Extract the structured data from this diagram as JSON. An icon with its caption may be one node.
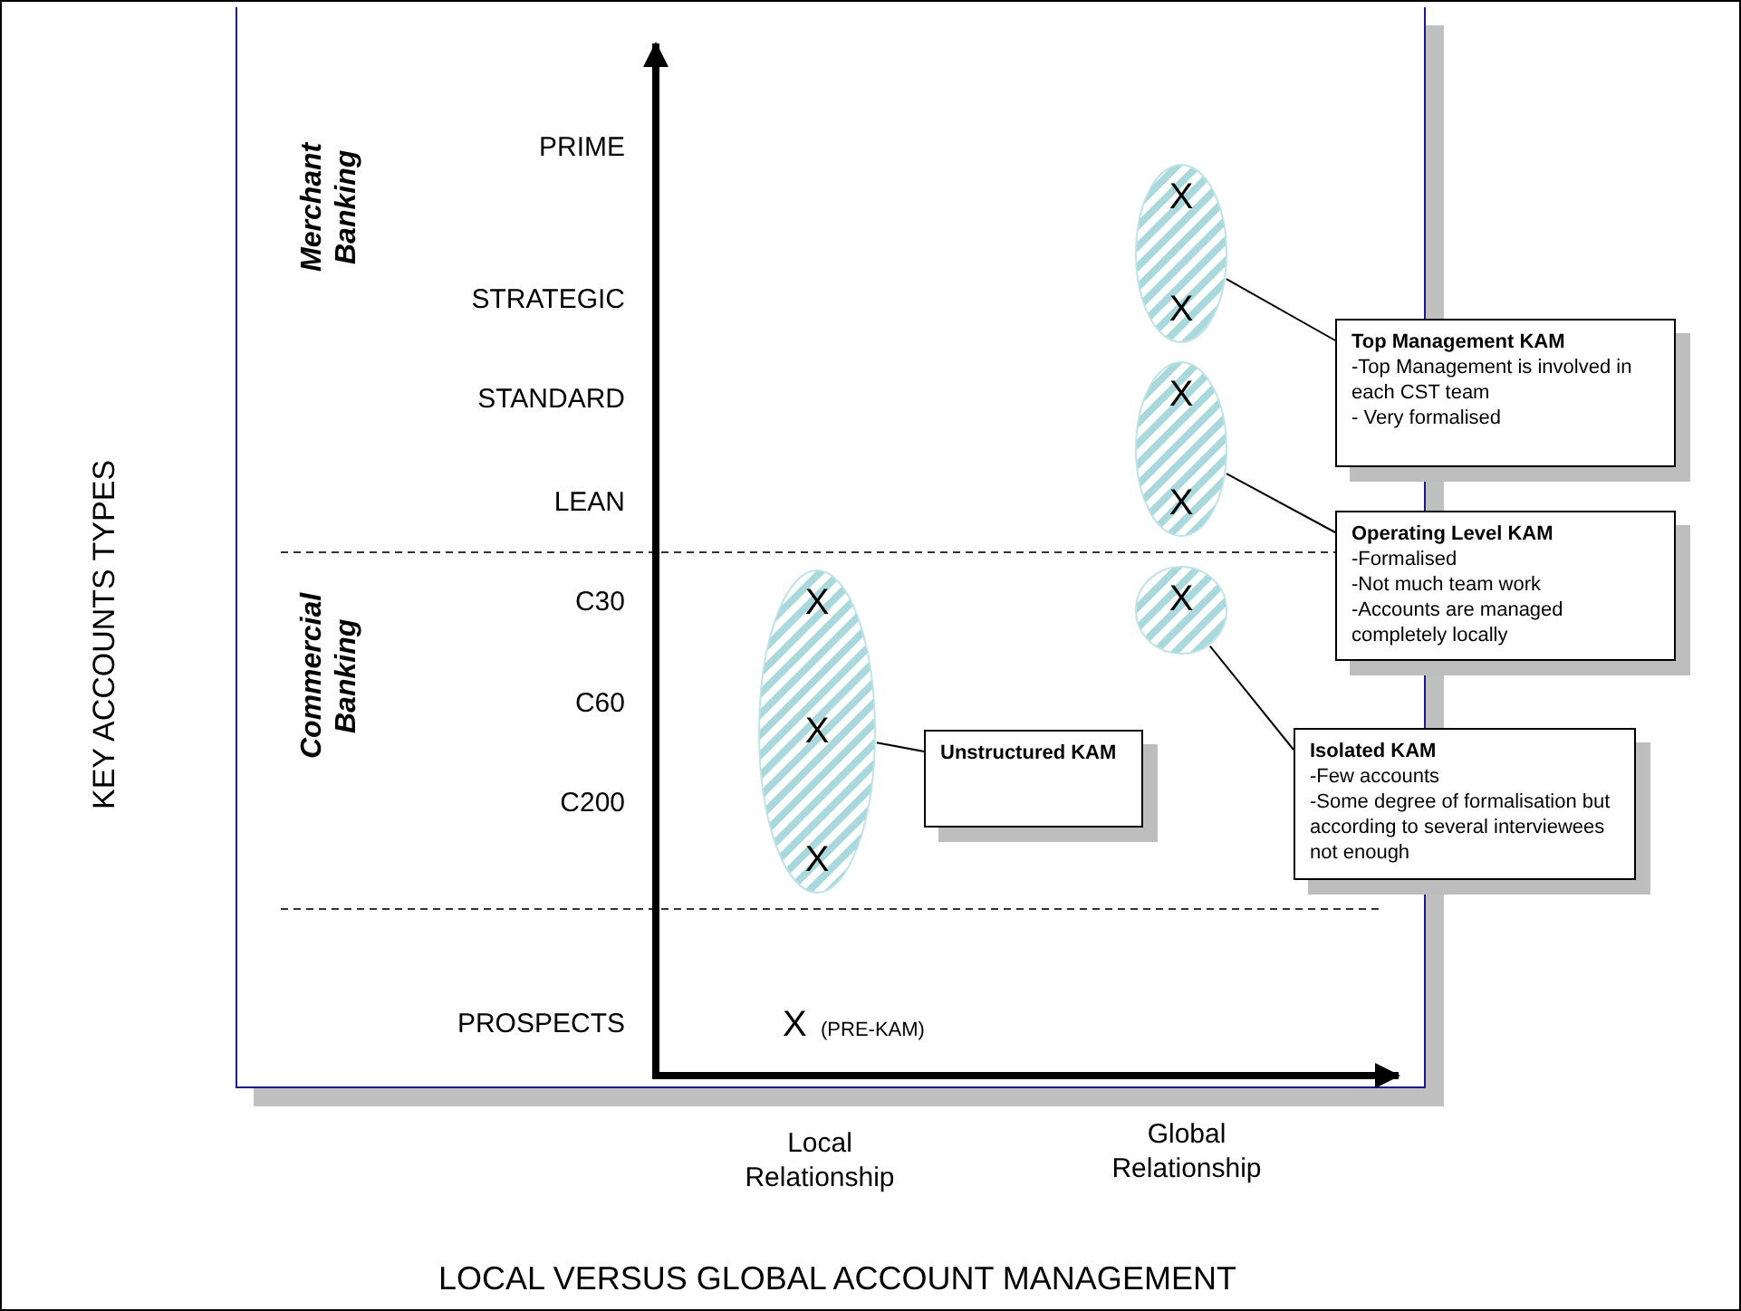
{
  "diagram": {
    "caption": "LOCAL VERSUS GLOBAL ACCOUNT MANAGEMENT",
    "nodes": [
      {
        "text": [
          "X",
          "X"
        ]
      },
      {
        "text": [
          "X",
          "X"
        ]
      },
      {
        "text": [
          "X"
        ]
      },
      {
        "text": [
          "X",
          "X",
          "X"
        ]
      },
      {
        "text": [
          "Top Management KAM",
          "-Top Management is involved in each CST team",
          "- Very formalised"
        ]
      },
      {
        "text": [
          "Operating Level KAM",
          "-Formalised",
          "-Not much team work",
          "-Accounts are managed completely locally"
        ]
      },
      {
        "text": [
          "Isolated KAM",
          "-Few accounts",
          "-Some degree of formalisation but according to several interviewees not enough"
        ]
      },
      {
        "text": [
          "Unstructured KAM"
        ]
      }
    ],
    "edges": [
      {
        "from": 4,
        "to": 0,
        "arrow": "none"
      },
      {
        "from": 5,
        "to": 1,
        "arrow": "none"
      },
      {
        "from": 6,
        "to": 2,
        "arrow": "none"
      },
      {
        "from": 7,
        "to": 3,
        "arrow": "none"
      }
    ],
    "labels": [
      "KEY ACCOUNTS TYPES",
      "Merchant Banking",
      "PRIME",
      "STRATEGIC",
      "STANDARD",
      "LEAN",
      "Commercial Banking",
      "C30",
      "C60",
      "C200",
      "PROSPECTS",
      "X",
      "(PRE-KAM)",
      "Local Relationship",
      "Global Relationship"
    ]
  }
}
